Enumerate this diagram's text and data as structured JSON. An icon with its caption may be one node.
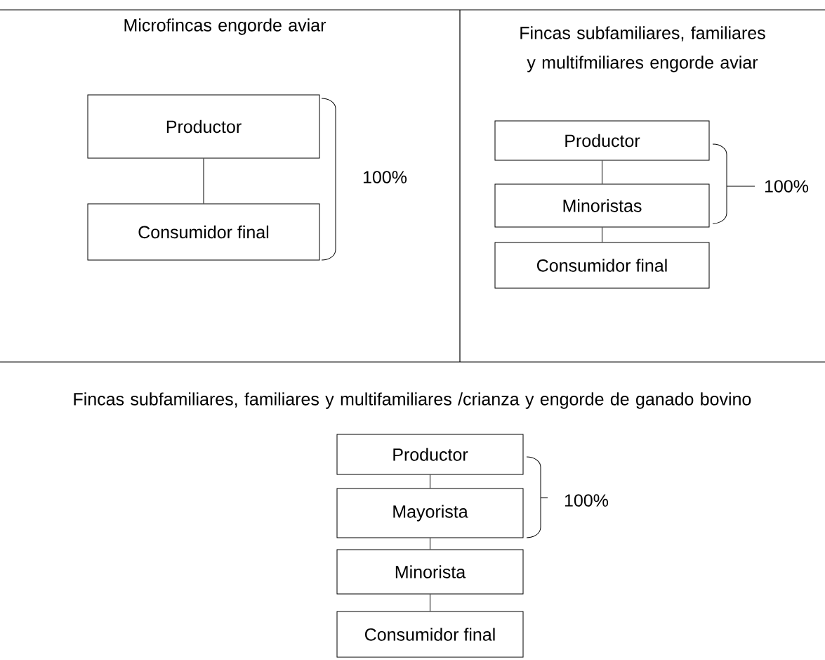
{
  "diagram": {
    "nodes": [
      {
        "text": [
          "Productor"
        ]
      },
      {
        "text": [
          "Consumidor final"
        ]
      },
      {
        "text": [
          "Productor"
        ]
      },
      {
        "text": [
          "Minoristas"
        ]
      },
      {
        "text": [
          "Consumidor final"
        ]
      },
      {
        "text": [
          "Productor"
        ]
      },
      {
        "text": [
          "Mayorista"
        ]
      },
      {
        "text": [
          "Minorista"
        ]
      },
      {
        "text": [
          "Consumidor final"
        ]
      }
    ],
    "edges": [
      {
        "from": 0,
        "to": 1,
        "arrow": "none"
      },
      {
        "from": 2,
        "to": 3,
        "arrow": "none"
      },
      {
        "from": 3,
        "to": 4,
        "arrow": "none"
      },
      {
        "from": 5,
        "to": 6,
        "arrow": "none"
      },
      {
        "from": 6,
        "to": 7,
        "arrow": "none"
      },
      {
        "from": 7,
        "to": 8,
        "arrow": "none"
      }
    ],
    "labels": [
      "Microfincas engorde aviar",
      "Fincas subfamiliares, familiares y multifmiliares engorde aviar",
      "100%",
      "100%",
      "Fincas subfamiliares, familiares y multifamiliares /crianza y engorde de ganado bovino",
      "100%"
    ]
  }
}
